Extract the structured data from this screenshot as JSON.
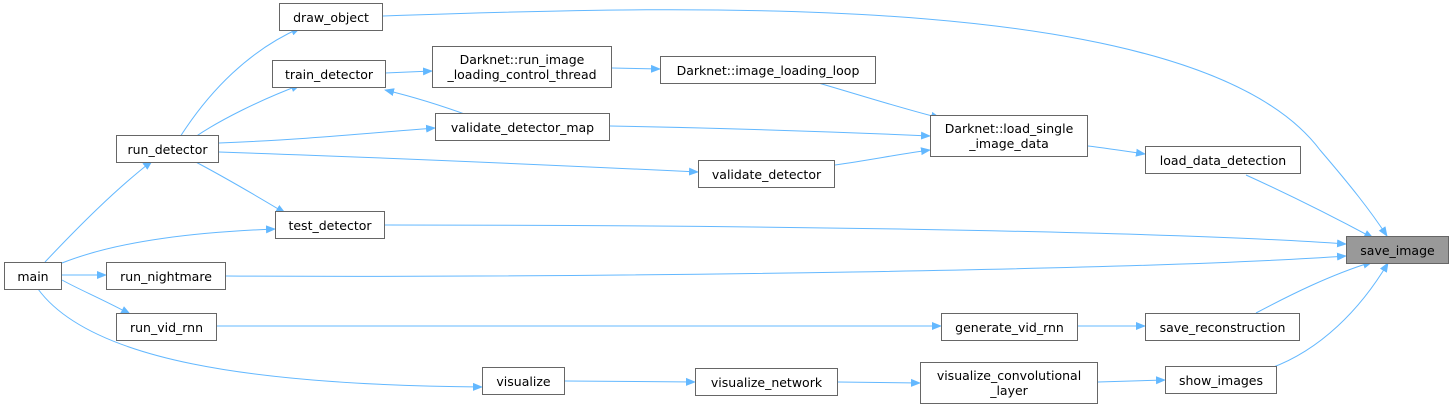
{
  "diagram": {
    "edge_color": "#63b8ff",
    "highlight_fill": "#999999",
    "nodes": {
      "save_image": "save_image",
      "draw_object": "draw_object",
      "train_detector": "train_detector",
      "run_image_loading": "Darknet::run_image\n_loading_control_thread",
      "image_loading_loop": "Darknet::image_loading_loop",
      "validate_detector_map": "validate_detector_map",
      "load_single_image_data": "Darknet::load_single\n_image_data",
      "run_detector": "run_detector",
      "validate_detector": "validate_detector",
      "load_data_detection": "load_data_detection",
      "test_detector": "test_detector",
      "main": "main",
      "run_nightmare": "run_nightmare",
      "run_vid_rnn": "run_vid_rnn",
      "generate_vid_rnn": "generate_vid_rnn",
      "save_reconstruction": "save_reconstruction",
      "visualize": "visualize",
      "visualize_network": "visualize_network",
      "visualize_convolutional_layer": "visualize_convolutional\n_layer",
      "show_images": "show_images"
    }
  }
}
